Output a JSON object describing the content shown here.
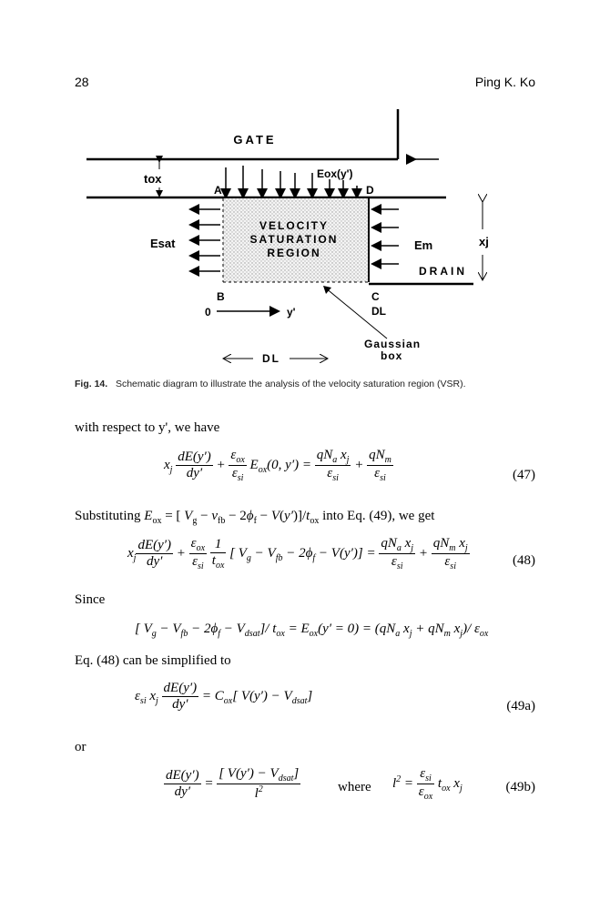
{
  "header": {
    "page_number": "28",
    "author": "Ping K. Ko"
  },
  "figure": {
    "labels": {
      "gate": "GATE",
      "tox": "tox",
      "eox": "Eox(y')",
      "a": "A",
      "d": "D",
      "b": "B",
      "c": "C",
      "region_line1": "VELOCITY",
      "region_line2": "SATURATION",
      "region_line3": "REGION",
      "esat": "Esat",
      "em": "Em",
      "xj": "xj",
      "drain": "DRAIN",
      "zero": "0",
      "yprime": "y'",
      "dl_c": "DL",
      "gaussian": "Gaussian",
      "box": "box",
      "dl_bottom": "DL"
    },
    "caption_label": "Fig. 14.",
    "caption_text": "Schematic diagram to illustrate the analysis of the velocity saturation region (VSR)."
  },
  "body": {
    "p1": "with respect to y', we have",
    "eq47_num": "(47)",
    "p2_prefix": "Substituting",
    "p2_suffix": "into Eq. (49), we get",
    "eq48_num": "(48)",
    "p3": "Since",
    "p4": "Eq. (48) can be simplified to",
    "eq49a_num": "(49a)",
    "p5": "or",
    "where": "where",
    "eq49b_num": "(49b)"
  }
}
